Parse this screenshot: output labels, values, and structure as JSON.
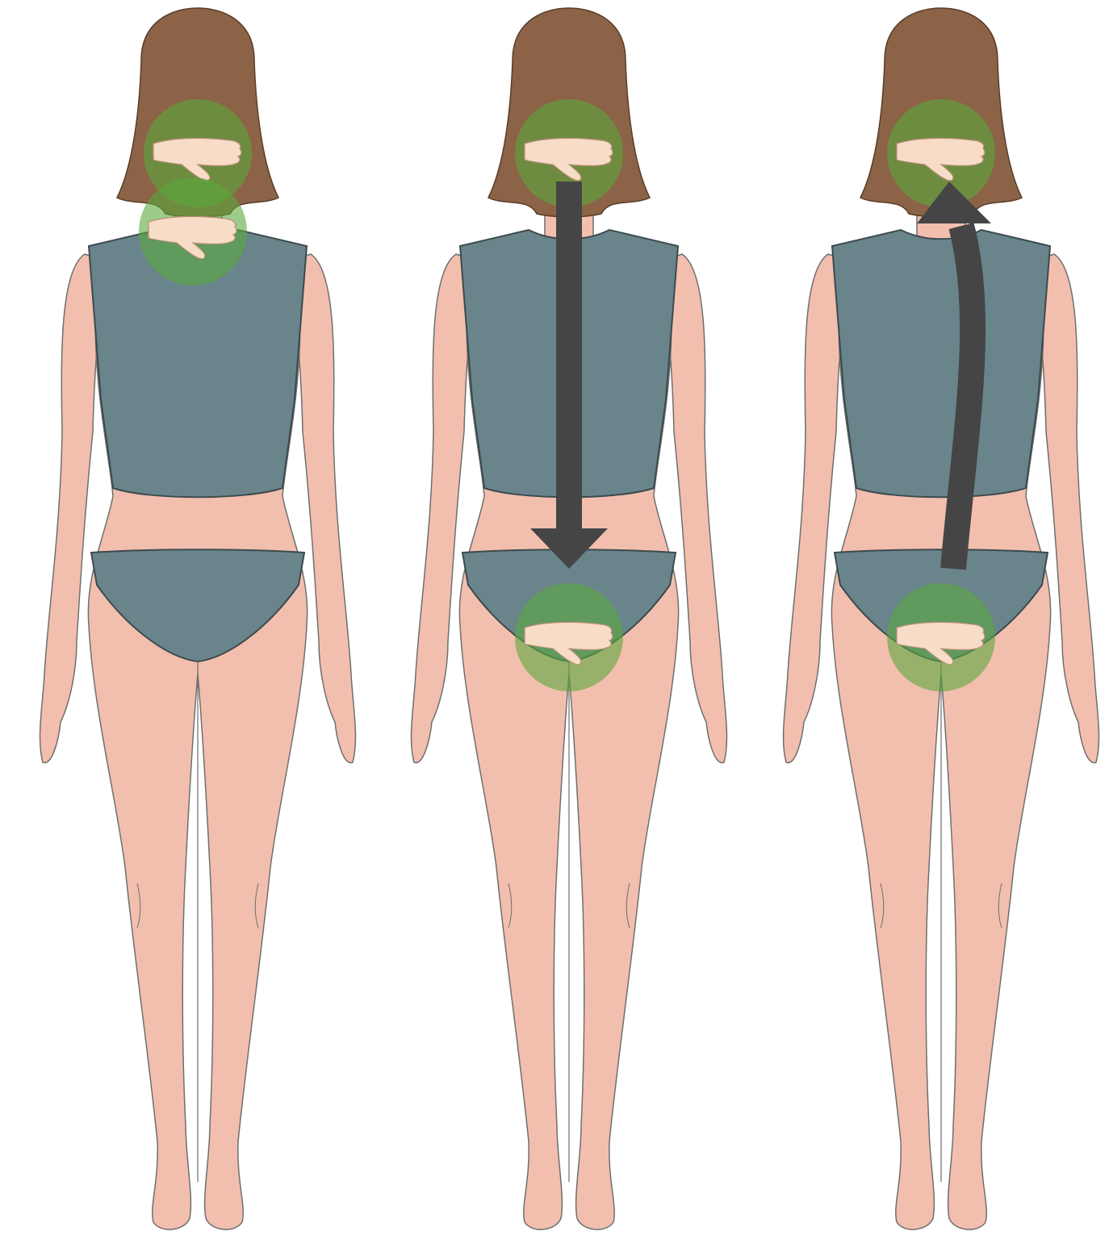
{
  "diagram": {
    "figures": [
      {
        "id": "figure-1",
        "hands": [
          "upper-back-of-head",
          "upper-back-neck"
        ],
        "arrow": "none"
      },
      {
        "id": "figure-2",
        "hands": [
          "upper-back-of-head",
          "sacrum"
        ],
        "arrow": "straight-down"
      },
      {
        "id": "figure-3",
        "hands": [
          "upper-back-of-head",
          "sacrum"
        ],
        "arrow": "curved-up"
      }
    ],
    "colors": {
      "skin": "#f2bfae",
      "skin_line": "#6f6f6f",
      "hair": "#8c6346",
      "clothing": "#6a848c",
      "clothing_line": "#3c4a4e",
      "highlight": "#5aa83c",
      "arrow": "#454545",
      "hand": "#f7dcc7"
    },
    "icons": [
      "hand-icon",
      "arrow-down-icon",
      "arrow-up-icon"
    ]
  }
}
